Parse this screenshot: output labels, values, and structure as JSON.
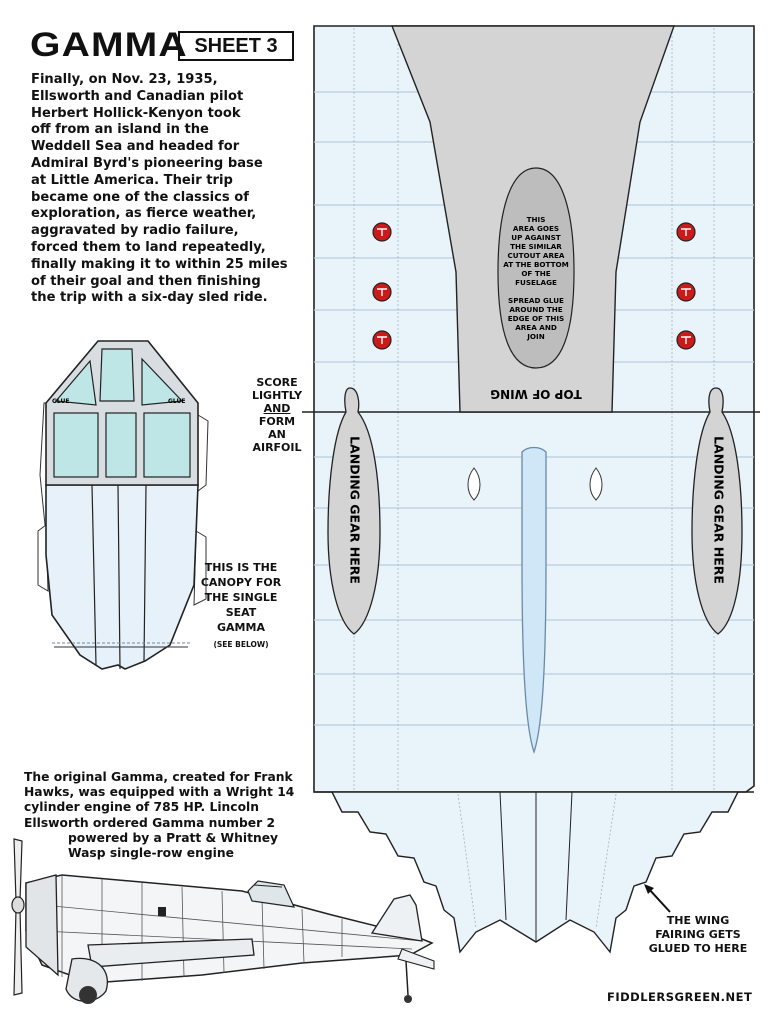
{
  "header": {
    "title": "GAMMA",
    "sheet": "SHEET 3"
  },
  "intro_lines": [
    "Finally, on Nov. 23, 1935,",
    "Ellsworth and Canadian pilot",
    "Herbert Hollick-Kenyon took",
    "off from an island in the",
    "Weddell Sea and headed for",
    "Admiral Byrd's pioneering base",
    "at Little America. Their trip",
    "became one of the classics of",
    "exploration, as fierce weather,",
    "aggravated by radio failure,",
    "forced them to land repeatedly,",
    "finally making it to within 25 miles",
    "of their goal and then finishing",
    "the trip with a six-day sled ride."
  ],
  "score_lines": [
    "SCORE",
    "LIGHTLY",
    "AND",
    "FORM",
    "AN",
    "AIRFOIL"
  ],
  "canopy_note": {
    "lines": [
      "THIS IS THE",
      "CANOPY FOR",
      "THE SINGLE",
      "SEAT GAMMA"
    ],
    "small": "(SEE BELOW)"
  },
  "glue_label": "GLUE",
  "wing": {
    "center_note_lines": [
      "THIS",
      "AREA GOES",
      "UP AGAINST",
      "THE SIMILAR",
      "CUTOUT AREA",
      "AT THE BOTTOM",
      "OF THE",
      "FUSELAGE",
      "",
      "SPREAD GLUE",
      "AROUND THE",
      "EDGE OF THIS",
      "AREA AND",
      "JOIN"
    ],
    "top_of_wing": "TOP OF WING",
    "landing_gear": "LANDING GEAR HERE"
  },
  "original_lines": [
    "The original Gamma, created for Frank",
    "Hawks, was equipped with a Wright 14",
    "cylinder engine of 785 HP. Lincoln",
    "Ellsworth ordered Gamma number 2",
    "powered by a Pratt & Whitney",
    "Wasp single-row engine"
  ],
  "fairing_note_lines": [
    "THE WING",
    "FAIRING GETS",
    "GLUED TO HERE"
  ],
  "footer": {
    "site": "FIDDLERSGREEN.NET"
  },
  "colors": {
    "wing_fill": "#e8f3fa",
    "wing_panel_line": "#b9cfe0",
    "grey_cutout": "#d4d4d4",
    "canopy_glass": "#bfe6e6",
    "insignia_red": "#cc1a1a"
  }
}
